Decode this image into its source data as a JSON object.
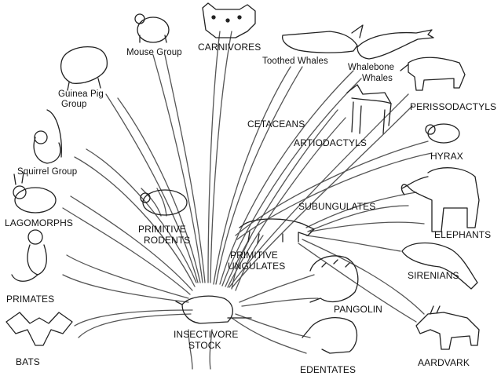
{
  "labels": {
    "mouse_group": "Mouse Group",
    "carnivores": "CARNIVORES",
    "toothed_whales": "Toothed Whales",
    "whalebone_whales_1": "Whalebone",
    "whalebone_whales_2": "Whales",
    "guinea_pig_group_1": "Guinea Pig",
    "guinea_pig_group_2": "Group",
    "cetaceans": "CETACEANS",
    "artiodactyls": "ARTIODACTYLS",
    "perissodactyls": "PERISSODACTYLS",
    "hyrax": "HYRAX",
    "squirrel_group": "Squirrel Group",
    "subungulates": "SUBUNGULATES",
    "lagomorphs": "LAGOMORPHS",
    "primitive_rodents_1": "PRIMITIVE",
    "primitive_rodents_2": "RODENTS",
    "elephants": "ELEPHANTS",
    "primitive_ungulates_1": "PRIMITIVE",
    "primitive_ungulates_2": "UNGULATES",
    "sirenians": "SIRENIANS",
    "primates": "PRIMATES",
    "pangolin": "PANGOLIN",
    "insectivore_stock_1": "INSECTIVORE",
    "insectivore_stock_2": "STOCK",
    "aardvark": "AARDVARK",
    "bats": "BATS",
    "edentates": "EDENTATES"
  },
  "colors": {
    "line": "#555555",
    "ink": "#222222",
    "background": "#ffffff"
  }
}
